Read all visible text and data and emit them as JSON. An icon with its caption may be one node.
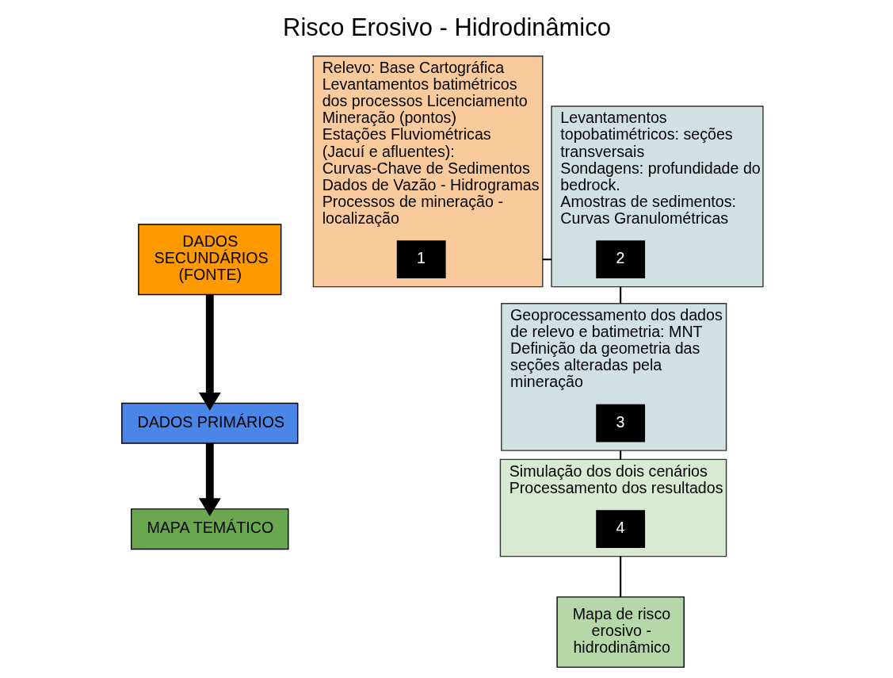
{
  "diagram": {
    "title": "Risco Erosivo - Hidrodinâmico",
    "nodes": [
      {
        "text": [
          "DADOS SECUNDÁRIOS (FONTE)"
        ]
      },
      {
        "text": [
          "DADOS PRIMÁRIOS"
        ]
      },
      {
        "text": [
          "MAPA TEMÁTICO"
        ]
      },
      {
        "text": [
          "Relevo: Base Cartográfica",
          "Levantamentos batimétricos dos processos Licenciamento Mineração (pontos)",
          "Estações Fluviométricas (Jacuí e afluentes):",
          "Curvas-Chave de Sedimentos",
          "Dados de Vazão - Hidrogramas",
          "Processos de mineração - localização"
        ]
      },
      {
        "text": [
          "1"
        ],
        "in": 3
      },
      {
        "text": [
          "Levantamentos topobatimétricos: seções transversais",
          "Sondagens: profundidade do bedrock.",
          "Amostras de sedimentos: Curvas Granulométricas"
        ]
      },
      {
        "text": [
          "2"
        ],
        "in": 5
      },
      {
        "text": [
          "Geoprocessamento dos dados de relevo e batimetria: MNT",
          "Definição da geometria das seções alteradas pela mineração"
        ]
      },
      {
        "text": [
          "3"
        ],
        "in": 7
      },
      {
        "text": [
          "Simulação dos dois cenários",
          "Processamento dos resultados"
        ]
      },
      {
        "text": [
          "4"
        ],
        "in": 9
      },
      {
        "text": [
          "Mapa de risco erosivo - hidrodinâmico"
        ]
      }
    ],
    "edges": [
      {
        "from": 0,
        "to": 1,
        "arrow": "to",
        "style": "thick"
      },
      {
        "from": 1,
        "to": 2,
        "arrow": "to",
        "style": "thick"
      },
      {
        "from": 3,
        "to": 5,
        "arrow": "none"
      },
      {
        "from": 5,
        "to": 7,
        "arrow": "none"
      },
      {
        "from": 7,
        "to": 9,
        "arrow": "none"
      },
      {
        "from": 9,
        "to": 11,
        "arrow": "none"
      }
    ]
  }
}
